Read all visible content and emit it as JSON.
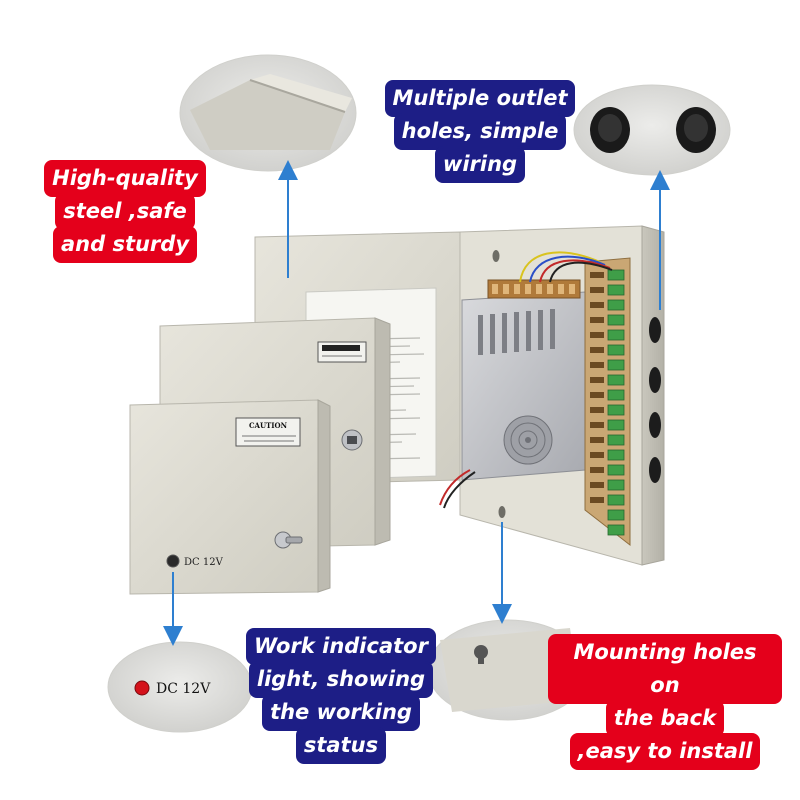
{
  "callouts": {
    "steel": [
      "High-quality",
      "steel ,safe",
      "and sturdy"
    ],
    "outlet": [
      "Multiple outlet",
      "holes, simple",
      "wiring"
    ],
    "indicator": [
      "Work indicator",
      "light, showing",
      "the working",
      "status"
    ],
    "mount": [
      "Mounting holes on",
      "the back",
      ",easy to install"
    ]
  },
  "labels": {
    "caution": "CAUTION",
    "dc": "DC 12V",
    "zoom_dc": "DC 12V",
    "doc_title": "CCTV POWER SUPPLY",
    "doc_subtitle": "12VDC OUTPUT SWITCH MODE"
  },
  "colors": {
    "red_label": "#e4001b",
    "blue_label": "#1d1e86",
    "arrow": "#2e7fd0",
    "enclosure": "#dedcd2"
  }
}
